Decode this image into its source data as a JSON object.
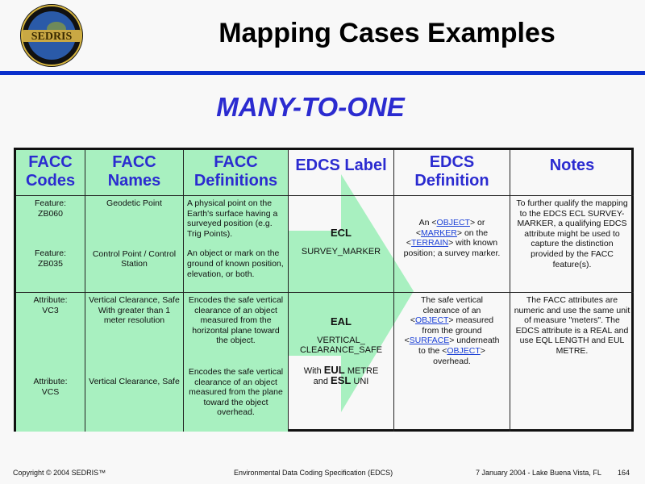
{
  "logo_text": "SEDRIS",
  "title": "Mapping Cases Examples",
  "subtitle": "MANY-TO-ONE",
  "colors": {
    "green": "#a8f0c0",
    "blue_rule": "#0a2fcc",
    "heading_blue": "#2b2bd0",
    "link": "#1a3fd6"
  },
  "headers": [
    "FACC Codes",
    "FACC Names",
    "FACC Definitions",
    "EDCS Label",
    "EDCS Definition",
    "Notes"
  ],
  "row1": {
    "code1": "Feature: ZB060",
    "code2": "Feature: ZB035",
    "name1": "Geodetic Point",
    "name2": "Control Point / Control Station",
    "def1": "A physical point on the Earth's surface having a surveyed position (e.g. Trig Points).",
    "def2": "An object or mark on the ground of known position, elevation, or both.",
    "label": "ECL",
    "label_name": "SURVEY_MARKER",
    "edcs_def": {
      "t1": "An <",
      "l1": "OBJECT",
      "t2": "> or <",
      "l2": "MARKER",
      "t3": "> on the <",
      "l3": "TERRAIN",
      "t4": "> with known position; a survey marker."
    },
    "notes": "To further qualify the mapping to the EDCS ECL SURVEY-MARKER, a qualifying EDCS attribute might be used to capture the distinction provided by the FACC feature(s)."
  },
  "row2": {
    "code1": "Attribute: VC3",
    "code2": "Attribute: VCS",
    "name1": "Vertical Clearance, Safe With greater than 1 meter resolution",
    "name2": "Vertical Clearance, Safe",
    "def1": "Encodes the safe vertical clearance of an object measured from the horizontal plane toward the object.",
    "def2": "Encodes the safe vertical clearance of an object measured from the plane toward the object overhead.",
    "label": "EAL",
    "label_name": "VERTICAL_ CLEARANCE_SAFE",
    "with": "With",
    "eul": "EUL",
    "metre": "METRE",
    "and": "and",
    "esl": "ESL",
    "uni": "UNI",
    "edcs_def": {
      "t1": "The safe vertical clearance of an <",
      "l1": "OBJECT",
      "t2": "> measured from the ground <",
      "l2": "SURFACE",
      "t3": "> underneath to the <",
      "l3": "OBJECT",
      "t4": "> overhead."
    },
    "notes": "The FACC attributes are numeric and use the same unit of measure \"meters\". The EDCS attribute is a REAL and use EQL LENGTH and EUL METRE."
  },
  "footer": {
    "copyright": "Copyright © 2004 SEDRIS™",
    "center": "Environmental Data Coding Specification (EDCS)",
    "date": "7 January 2004 - Lake Buena Vista, FL",
    "page": "164"
  }
}
